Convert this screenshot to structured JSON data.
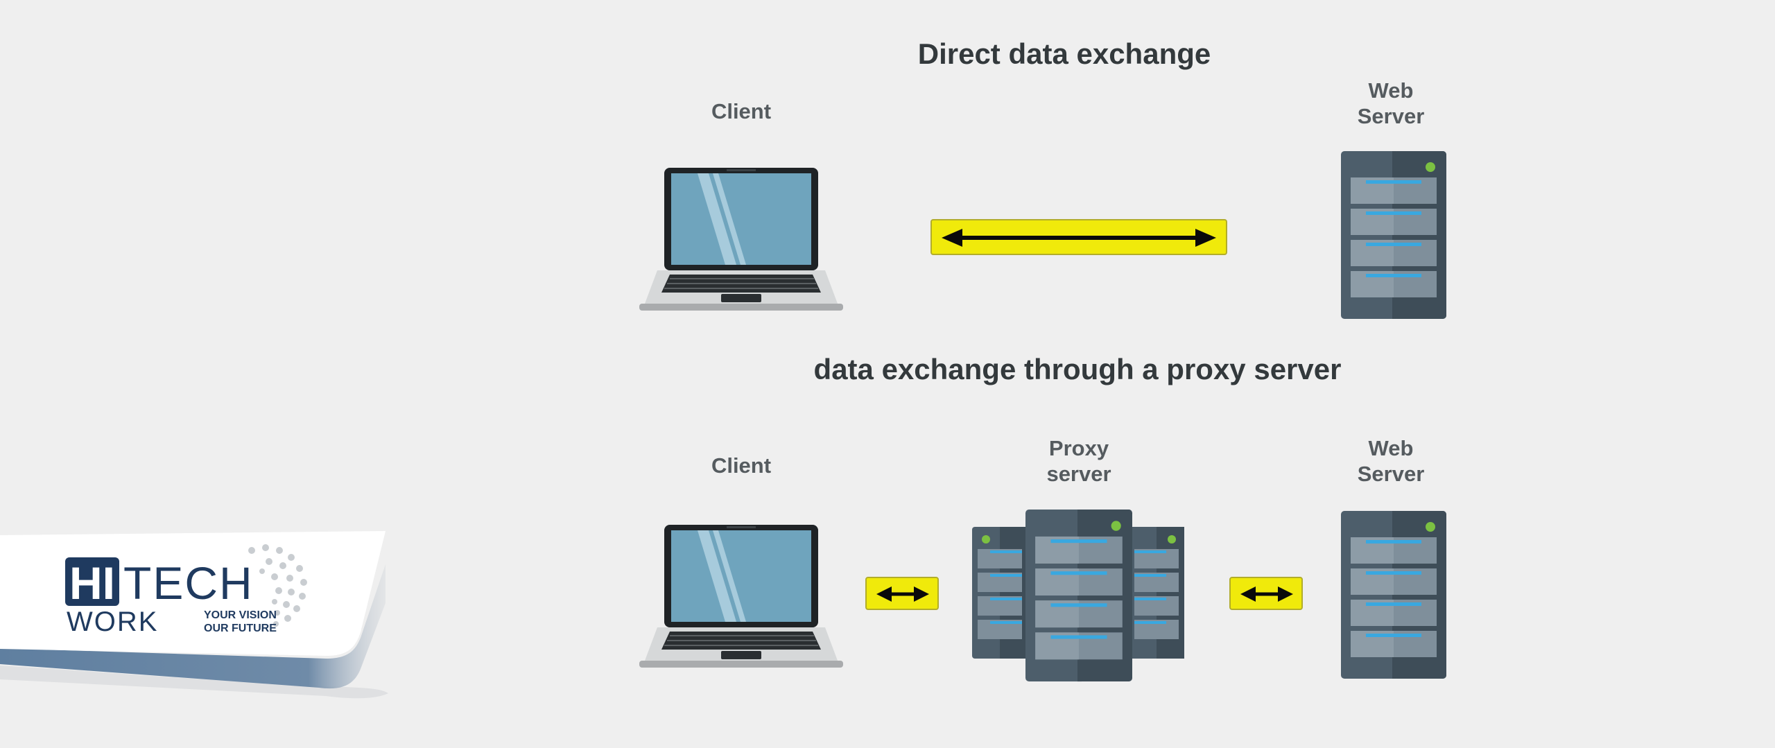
{
  "direct": {
    "title": "Direct data exchange",
    "client_label": "Client",
    "server_label_line1": "Web",
    "server_label_line2": "Server"
  },
  "proxy": {
    "title": "data exchange through a proxy server",
    "client_label": "Client",
    "proxy_label_line1": "Proxy",
    "proxy_label_line2": "server",
    "server_label_line1": "Web",
    "server_label_line2": "Server"
  },
  "logo": {
    "hi": "HI",
    "tech": "TECH",
    "work": "WORK",
    "tagline_line1": "YOUR VISION",
    "tagline_line2": "OUR FUTURE"
  },
  "colors": {
    "background": "#efefef",
    "arrow_fill": "#f0ea0b",
    "server_body": "#4d5e6b",
    "screen": "#6fa4bd",
    "logo_navy": "#1f3a5f"
  }
}
